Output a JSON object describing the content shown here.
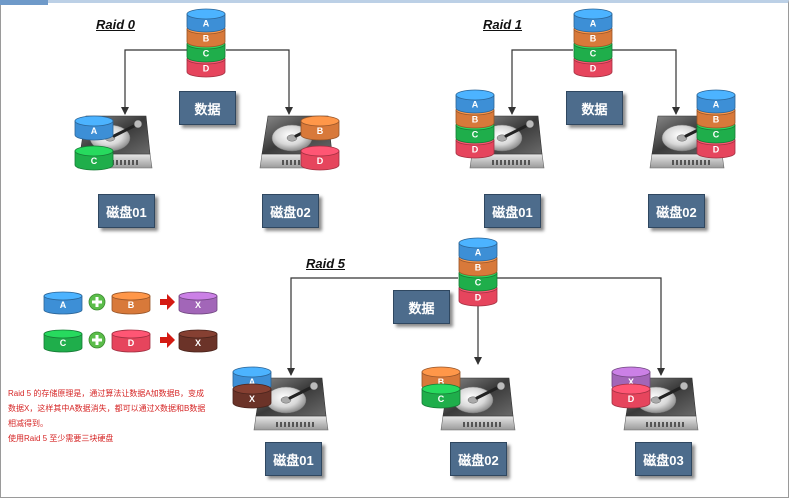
{
  "titles": {
    "raid0": "Raid 0",
    "raid1": "Raid 1",
    "raid5": "Raid 5"
  },
  "labels": {
    "data": "数据",
    "disk01": "磁盘01",
    "disk02": "磁盘02",
    "disk03": "磁盘03"
  },
  "blocks": {
    "a": "A",
    "b": "B",
    "c": "C",
    "d": "D",
    "x": "X"
  },
  "notes": {
    "line1": "Raid 5 的存储原理是，通过算法让数据A加数据B，变成",
    "line2": "数据X，这样其中A数据消失，都可以通过X数据和B数据",
    "line3": "相减得到。",
    "line4": "使用Raid 5 至少需要三块硬盘"
  },
  "colors": {
    "a": "#3d8fd6",
    "b": "#d8793a",
    "c": "#1fae4b",
    "d": "#e6455d",
    "x_purple": "#a266b8",
    "x_brown": "#6b3328",
    "box": "#4d6c8c",
    "note": "#d62626",
    "arrow": "#d41a12"
  },
  "icons": [
    "hard-disk-icon",
    "plus-icon",
    "arrow-right-icon"
  ]
}
